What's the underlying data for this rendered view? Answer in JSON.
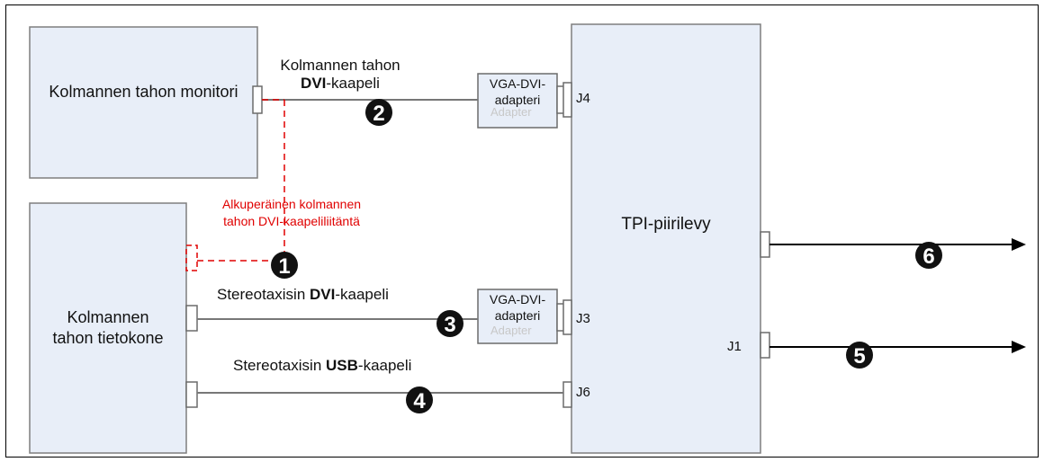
{
  "boxes": {
    "monitor": "Kolmannen tahon monitori",
    "computer": "Kolmannen tahon tietokone",
    "tpi": "TPI-piirilevy"
  },
  "cables": {
    "third_party_dvi": {
      "prefix": "Kolmannen tahon ",
      "bold": "DVI",
      "suffix": "-kaapeli"
    },
    "stereotaxis_dvi": {
      "prefix": "Stereotaxisin ",
      "bold": "DVI",
      "suffix": "-kaapeli"
    },
    "stereotaxis_usb": {
      "prefix": "Stereotaxisin ",
      "bold": "USB",
      "suffix": "-kaapeli"
    }
  },
  "adapters": {
    "top": "VGA-DVI-adapteri",
    "bottom": "VGA-DVI-adapteri"
  },
  "original_connection_note": "Alkuperäinen kolmannen tahon DVI-kaapeliliitäntä",
  "jacks": [
    "J4",
    "J3",
    "J1",
    "J6"
  ],
  "markers": [
    "1",
    "2",
    "3",
    "4",
    "5",
    "6"
  ],
  "colors": {
    "line": "#777777",
    "box_border": "#7f7f7f",
    "box_fill": "#e8eef8",
    "note": "#e00000",
    "marker": "#111111"
  }
}
